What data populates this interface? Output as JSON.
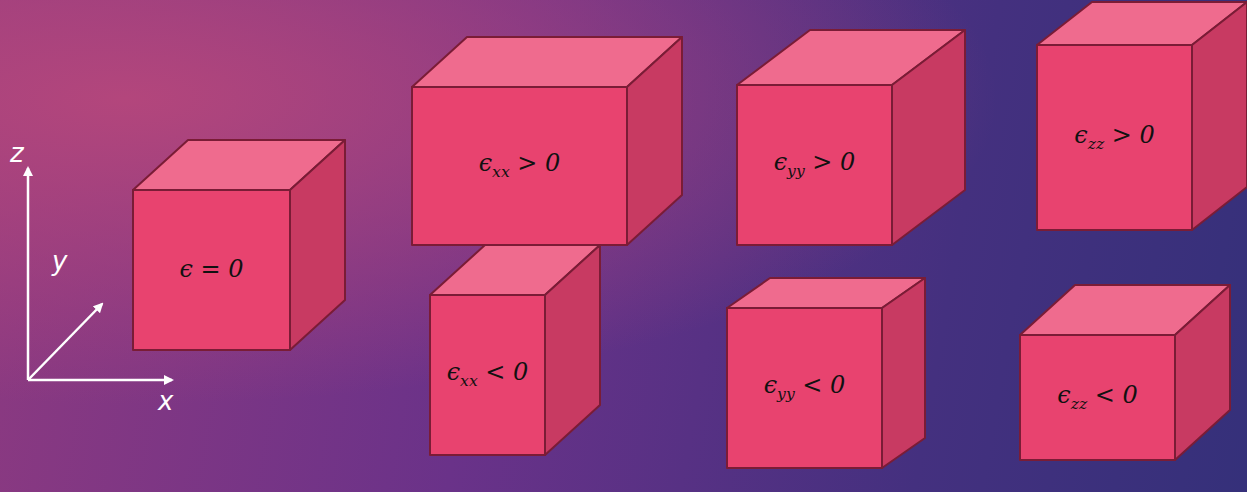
{
  "diagram": {
    "nodes": [
      {
        "text": [
          "ϵ = 0"
        ]
      },
      {
        "text": [
          "ϵxx > 0"
        ]
      },
      {
        "text": [
          "ϵyy > 0"
        ]
      },
      {
        "text": [
          "ϵzz > 0"
        ]
      },
      {
        "text": [
          "ϵxx < 0"
        ]
      },
      {
        "text": [
          "ϵyy < 0"
        ]
      },
      {
        "text": [
          "ϵzz < 0"
        ]
      }
    ],
    "labels": [
      "z",
      "y",
      "x"
    ]
  }
}
